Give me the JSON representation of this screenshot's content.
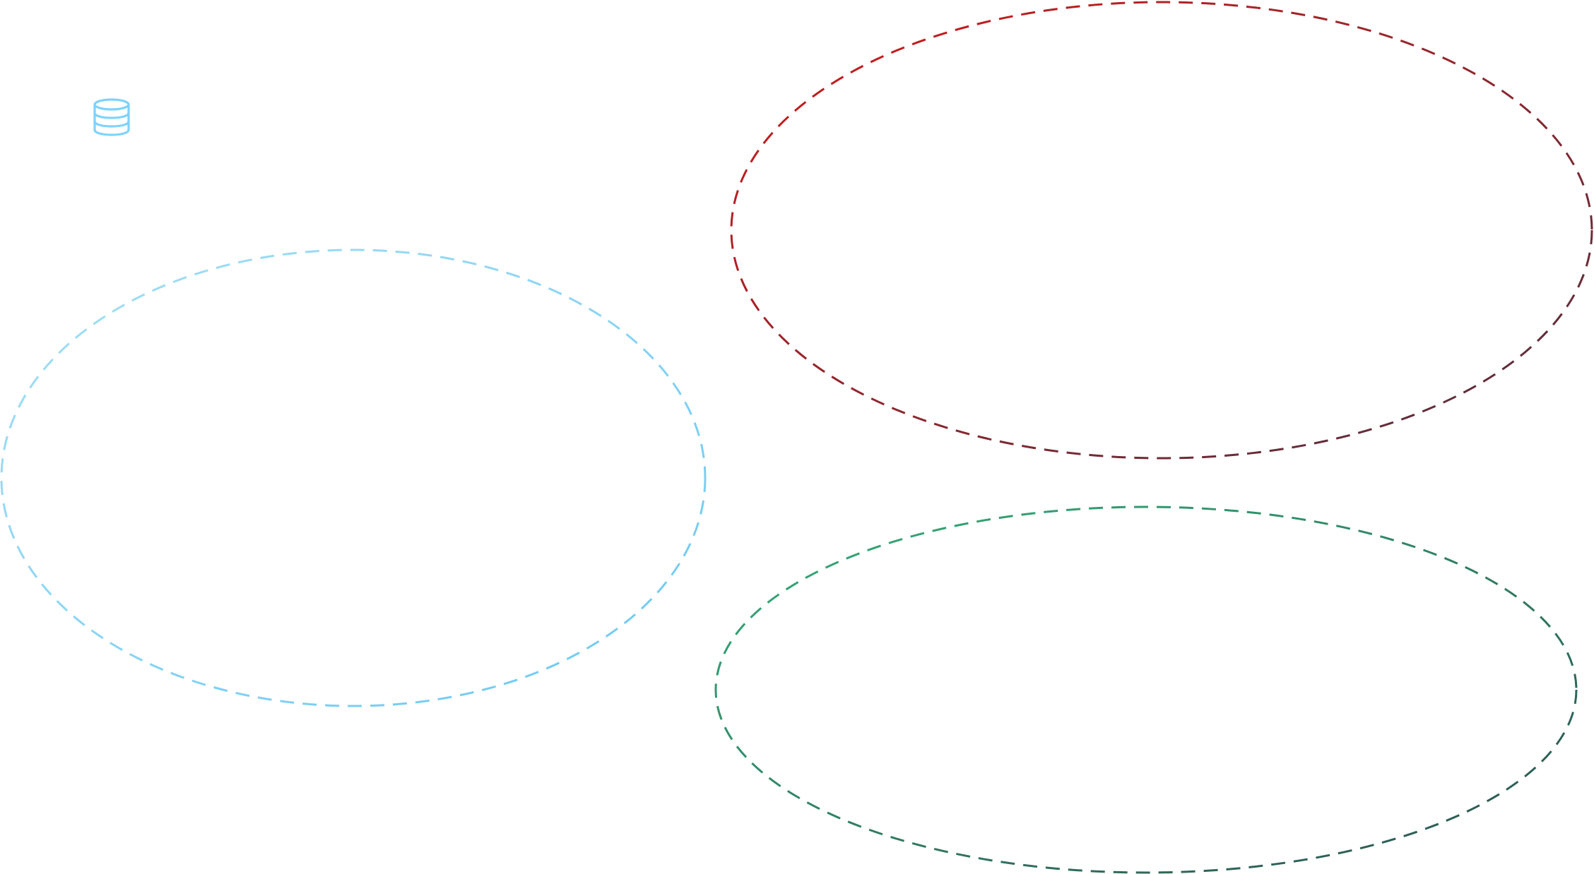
{
  "canvas": {
    "background": "#ffffff"
  },
  "icons": [
    {
      "name": "database-icon",
      "color": "#7dd3fc"
    }
  ],
  "zones": [
    {
      "name": "left-zone-outline",
      "stroke_style": "dashed",
      "gradient": [
        "#a5dff5",
        "#6cc8f2"
      ]
    },
    {
      "name": "top-right-zone-outline",
      "stroke_style": "dashed",
      "gradient": [
        "#d31b1b",
        "#4f3040"
      ]
    },
    {
      "name": "bottom-right-zone-outline",
      "stroke_style": "dashed",
      "gradient": [
        "#35b07a",
        "#2c5050"
      ]
    }
  ]
}
